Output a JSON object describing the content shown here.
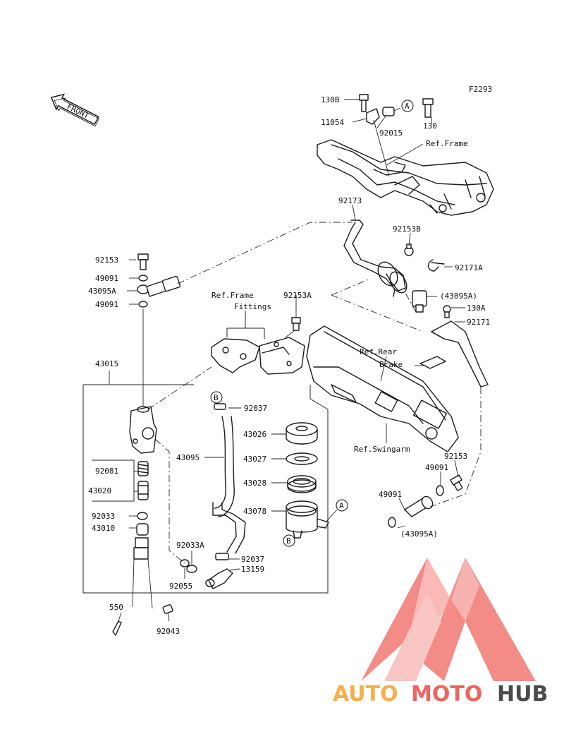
{
  "figure_id": "F2293",
  "front_label": "FRONT",
  "ref_labels": {
    "frame": "Ref.Frame",
    "frame_fittings_1": "Ref.Frame",
    "frame_fittings_2": "Fittings",
    "rear_brake_1": "Ref.Rear",
    "rear_brake_2": "Brake",
    "swingarm": "Ref.Swingarm"
  },
  "markers": {
    "a": "A",
    "b": "B"
  },
  "parts": {
    "p130B": "130B",
    "p11054": "11054",
    "p92015": "92015",
    "p130": "130",
    "p92173": "92173",
    "p92153B": "92153B",
    "p92171A": "92171A",
    "p43095A_ref_top": "(43095A)",
    "p130A": "130A",
    "p92171": "92171",
    "p92153_left": "92153",
    "p49091_left_top": "49091",
    "p43095A": "43095A",
    "p49091_left_bot": "49091",
    "p92153A": "92153A",
    "p43015": "43015",
    "p92037_top": "92037",
    "p43026": "43026",
    "p43095": "43095",
    "p43027": "43027",
    "p43028": "43028",
    "p43078": "43078",
    "p92081": "92081",
    "p43020": "43020",
    "p92033": "92033",
    "p43010": "43010",
    "p92033A": "92033A",
    "p92037_bot": "92037",
    "p13159": "13159",
    "p92055": "92055",
    "p550": "550",
    "p92043": "92043",
    "p92153_right": "92153",
    "p49091_right_top": "49091",
    "p49091_right_bot": "49091",
    "p43095A_ref_bot": "(43095A)"
  },
  "watermark": {
    "auto": "AUTO",
    "moto": "MOTO",
    "hub": "HUB"
  },
  "colors": {
    "watermark_red": "#f0655f",
    "watermark_orange": "#f6b04a",
    "watermark_gray": "#4a4a4a",
    "line": "#1a1a1a"
  }
}
